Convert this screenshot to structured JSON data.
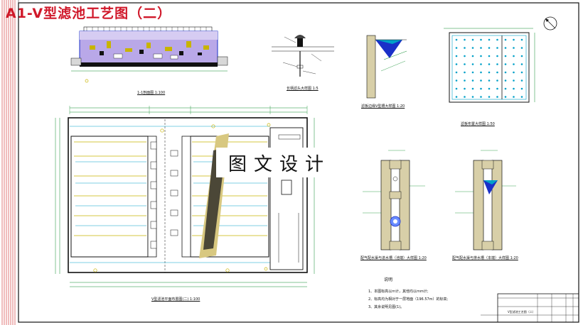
{
  "title": "A1-V型滤池工艺图（二）",
  "watermark": "图文设计",
  "labels": {
    "section": "1-1剖面图  1:100",
    "nozzle": "长柄滤头大样图  1:5",
    "groove": "滤板边缘V型槽大样图  1:20",
    "filter_plate": "滤板布置大样图  1:50",
    "plan": "V型滤池平面布置图(二)  1:100",
    "air_channel_inlet": "配气配水渠与进水槽（池端）大样图  1:20",
    "air_channel_drain": "配气配水渠与排水槽（本端）大样图  1:20"
  },
  "notes": {
    "heading": "说明",
    "items": [
      "1、本图标高以m计，其他均以mm计;",
      "2、标高均为相对于一层地面（196.57m）的标高;",
      "3、其余说明见图(1)。"
    ]
  },
  "title_block": {
    "drawing_name": "V型滤池工艺图（二）"
  },
  "colors": {
    "title": "#d0182a",
    "line": "#111111",
    "wall": "#1a30c8",
    "dim": "#0a8a2a",
    "accent": "#c8b400",
    "cyan": "#00a0c8"
  }
}
